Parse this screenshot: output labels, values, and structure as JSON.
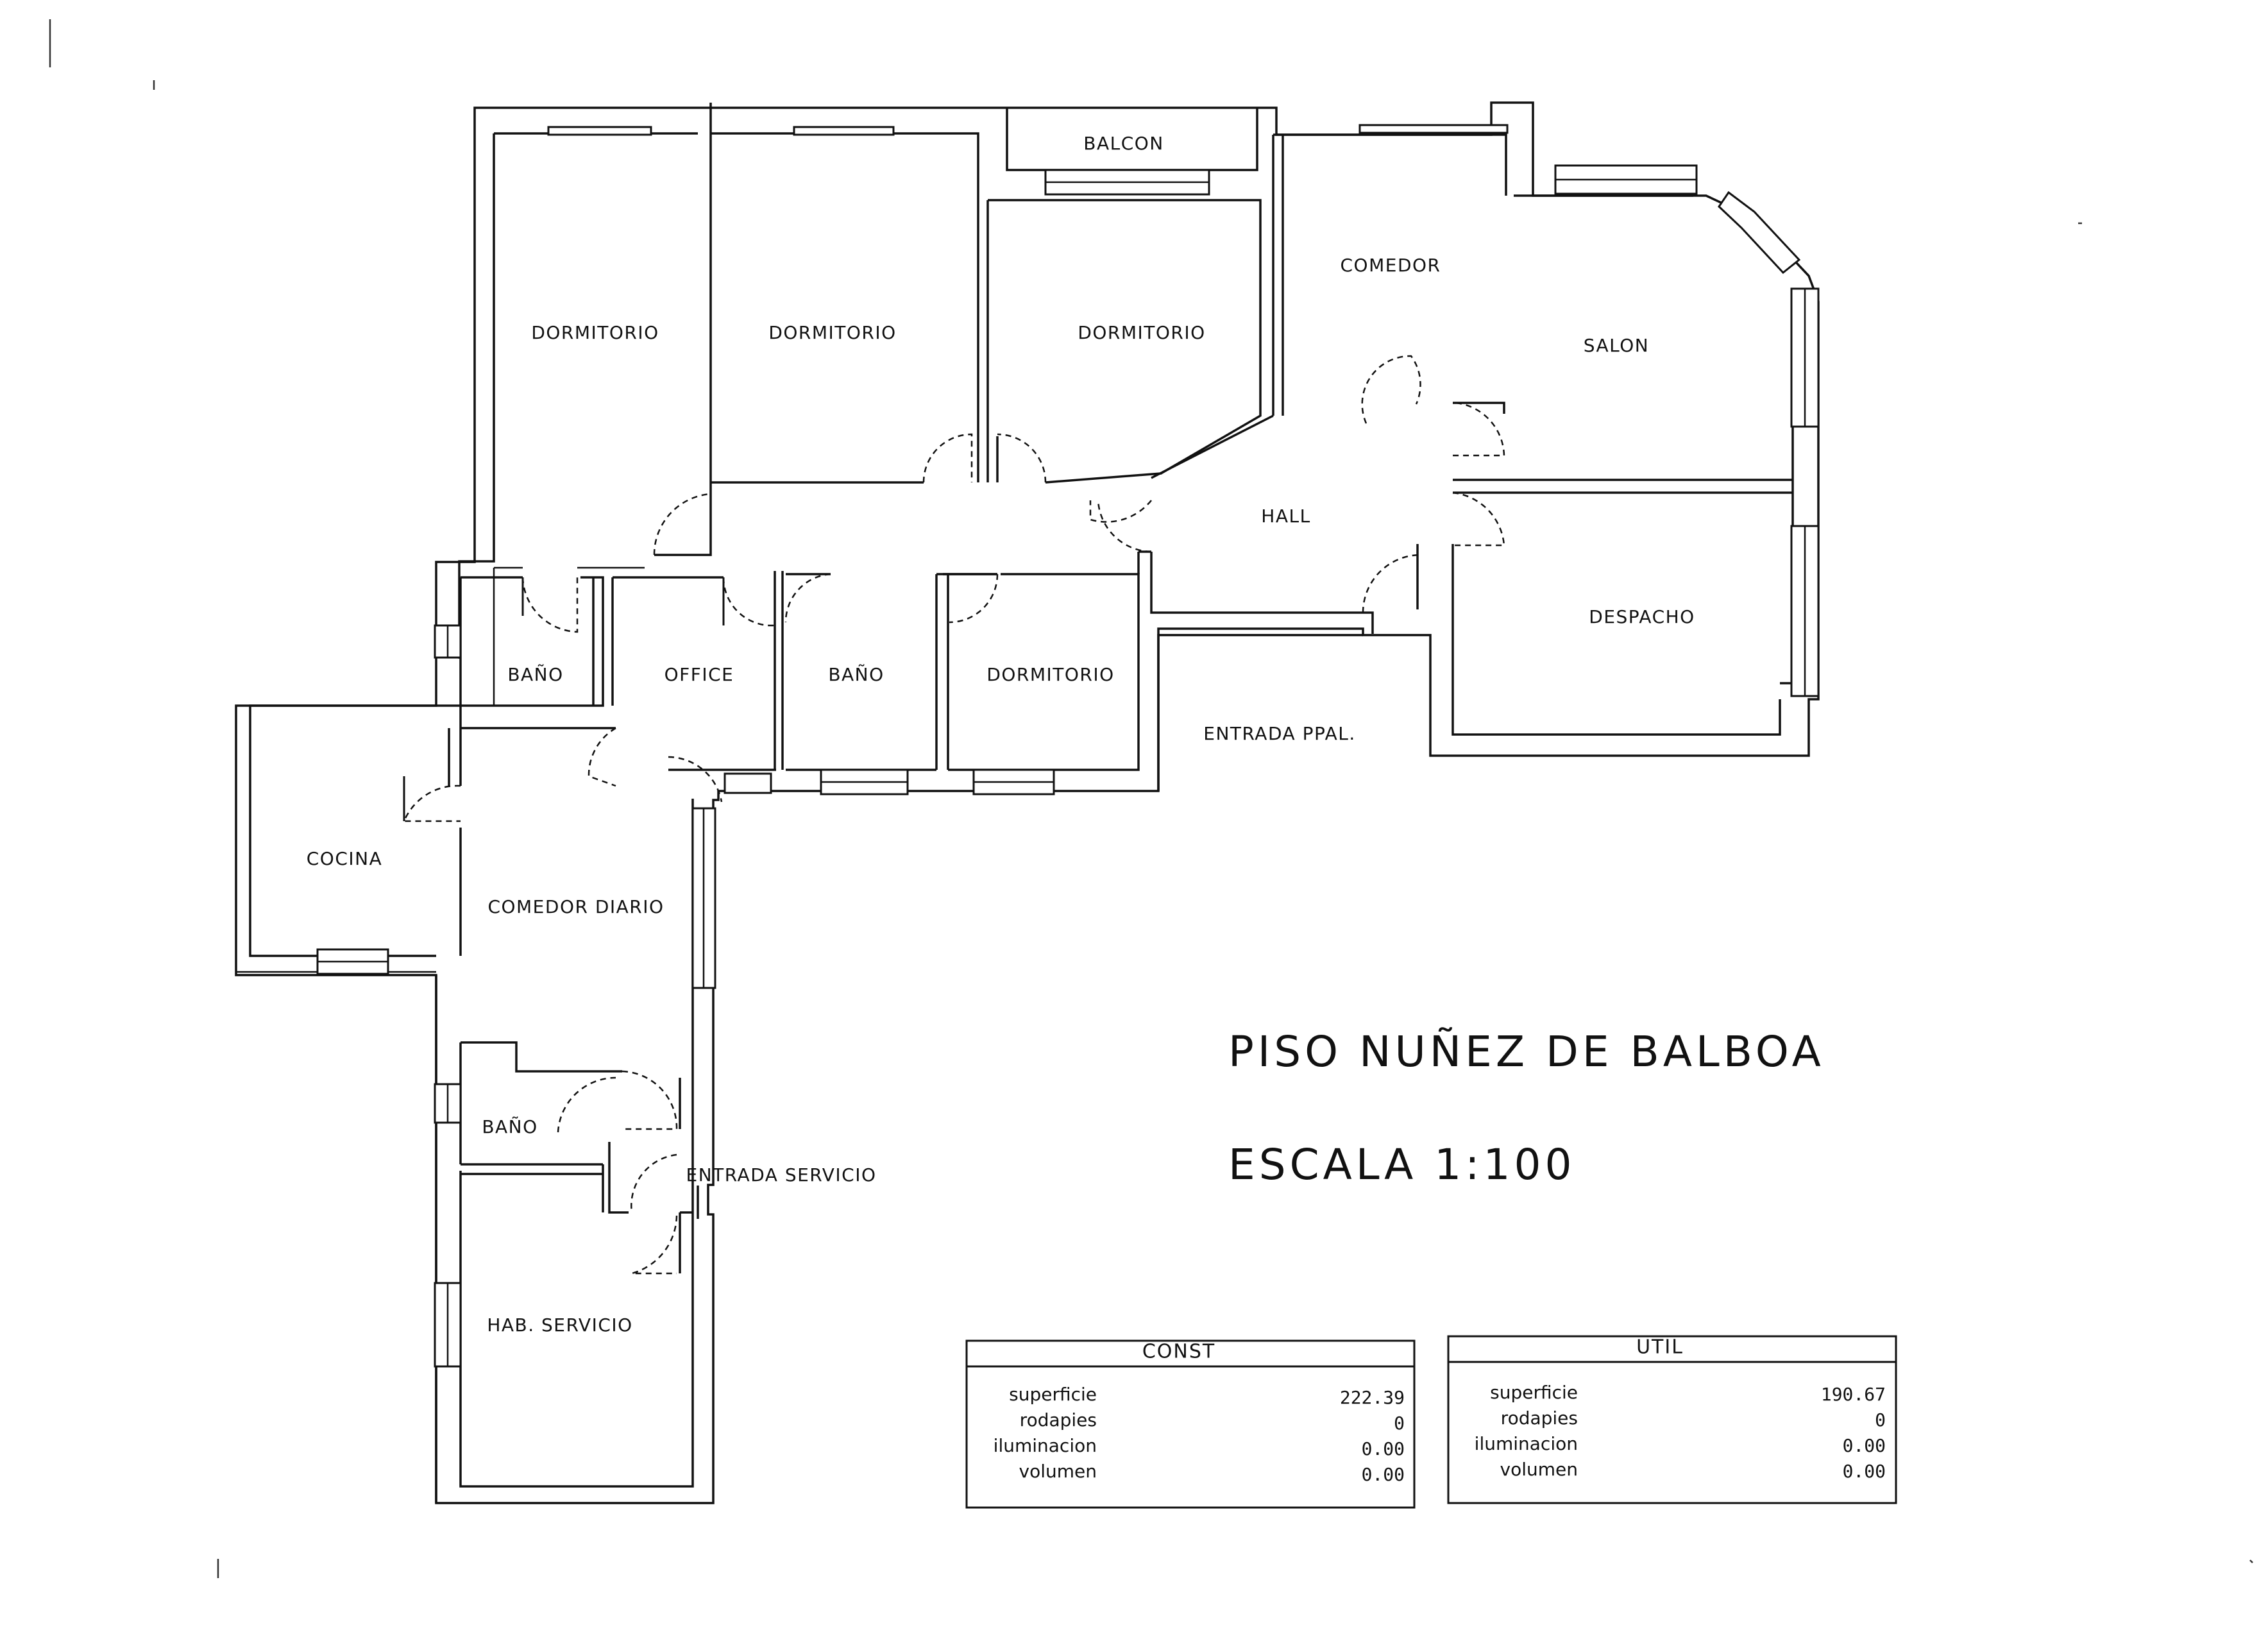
{
  "rooms": {
    "dormitorio_1": "DORMITORIO",
    "dormitorio_2": "DORMITORIO",
    "dormitorio_3": "DORMITORIO",
    "dormitorio_4": "DORMITORIO",
    "balcon": "BALCON",
    "comedor": "COMEDOR",
    "salon": "SALON",
    "hall": "HALL",
    "despacho": "DESPACHO",
    "bano_1": "BAÑO",
    "office": "OFFICE",
    "bano_2": "BAÑO",
    "entrada_ppal": "ENTRADA PPAL.",
    "cocina": "COCINA",
    "comedor_diario": "COMEDOR DIARIO",
    "bano_3": "BAÑO",
    "entrada_servicio": "ENTRADA SERVICIO",
    "hab_servicio": "HAB. SERVICIO"
  },
  "title": {
    "name": "PISO NUÑEZ DE BALBOA",
    "scale": "ESCALA 1:100"
  },
  "tables": {
    "const": {
      "header": "CONST",
      "rows": [
        {
          "key": "superficie",
          "value": "222.39"
        },
        {
          "key": "rodapies",
          "value": "0"
        },
        {
          "key": "iluminacion",
          "value": "0.00"
        },
        {
          "key": "volumen",
          "value": "0.00"
        }
      ]
    },
    "util": {
      "header": "UTIL",
      "rows": [
        {
          "key": "superficie",
          "value": "190.67"
        },
        {
          "key": "rodapies",
          "value": "0"
        },
        {
          "key": "iluminacion",
          "value": "0.00"
        },
        {
          "key": "volumen",
          "value": "0.00"
        }
      ]
    }
  }
}
